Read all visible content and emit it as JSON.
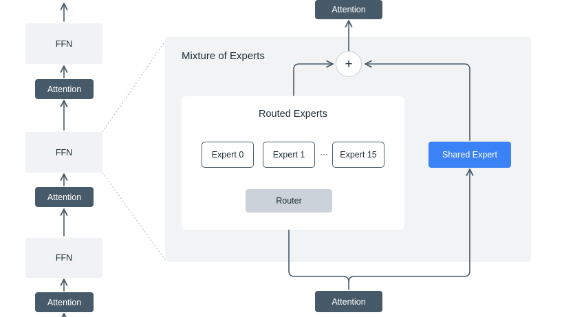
{
  "colors": {
    "attention_block": "#465a69",
    "ffn_block": "#f0f2f5",
    "moe_panel": "#f1f3f5",
    "router_block": "#cbd2d9",
    "shared_expert": "#3b82f6",
    "connector": "#465a69"
  },
  "stack": {
    "ffn_label": "FFN",
    "attention_label": "Attention"
  },
  "moe": {
    "title": "Mixture of Experts",
    "top_attention": "Attention",
    "bottom_attention": "Attention",
    "plus_symbol": "+",
    "routed": {
      "title": "Routed Experts",
      "experts": [
        "Expert 0",
        "Expert 1",
        "Expert 15"
      ],
      "ellipsis": "···",
      "router": "Router"
    },
    "shared_expert": "Shared Expert"
  },
  "icons": {
    "arrow": "arrow-up-icon",
    "plus": "plus-icon"
  }
}
